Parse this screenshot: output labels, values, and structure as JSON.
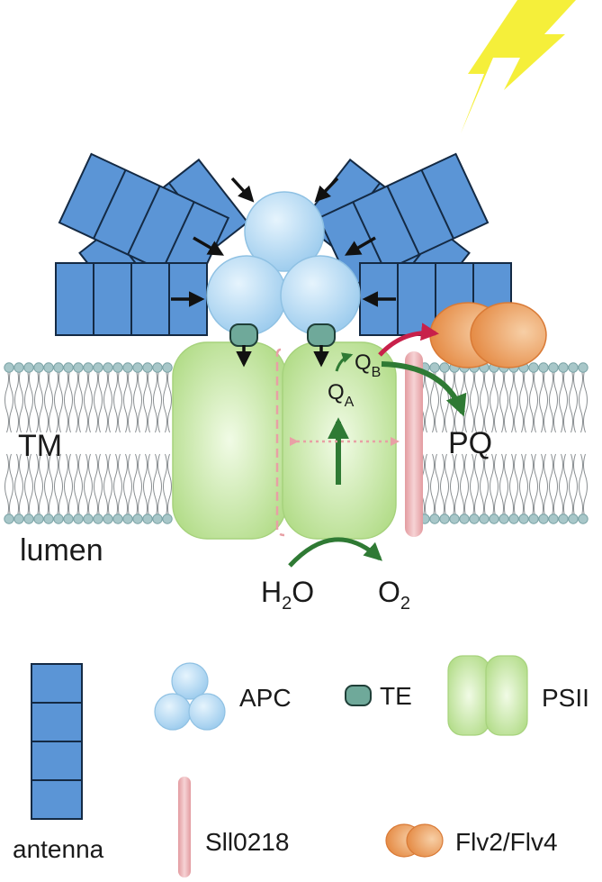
{
  "labels": {
    "tm": "TM",
    "lumen": "lumen",
    "pq": "PQ",
    "qa_main": "Q",
    "qa_sub": "A",
    "qb_main": "Q",
    "qb_sub": "B",
    "water_h": "H",
    "water_sub": "2",
    "water_o": "O",
    "oxygen_o": "O",
    "oxygen_sub": "2"
  },
  "legend": {
    "antenna": "antenna",
    "apc": "APC",
    "te": "TE",
    "psii": "PSII",
    "sll0218": "Sll0218",
    "flv": "Flv2/Flv4"
  },
  "colors": {
    "antenna": "#5b95d6",
    "apc": "#a9d4f2",
    "te": "#6fa99a",
    "psii": "#bfe39a",
    "sll0218": "#e9a6aa",
    "flv": "#e99a55",
    "arrow_green": "#2f7a34",
    "arrow_red": "#c8204a",
    "lightning": "#f5ef3a",
    "membrane": "#a8c7c9"
  },
  "icons": {
    "lightning": "lightning-bolt-icon"
  }
}
